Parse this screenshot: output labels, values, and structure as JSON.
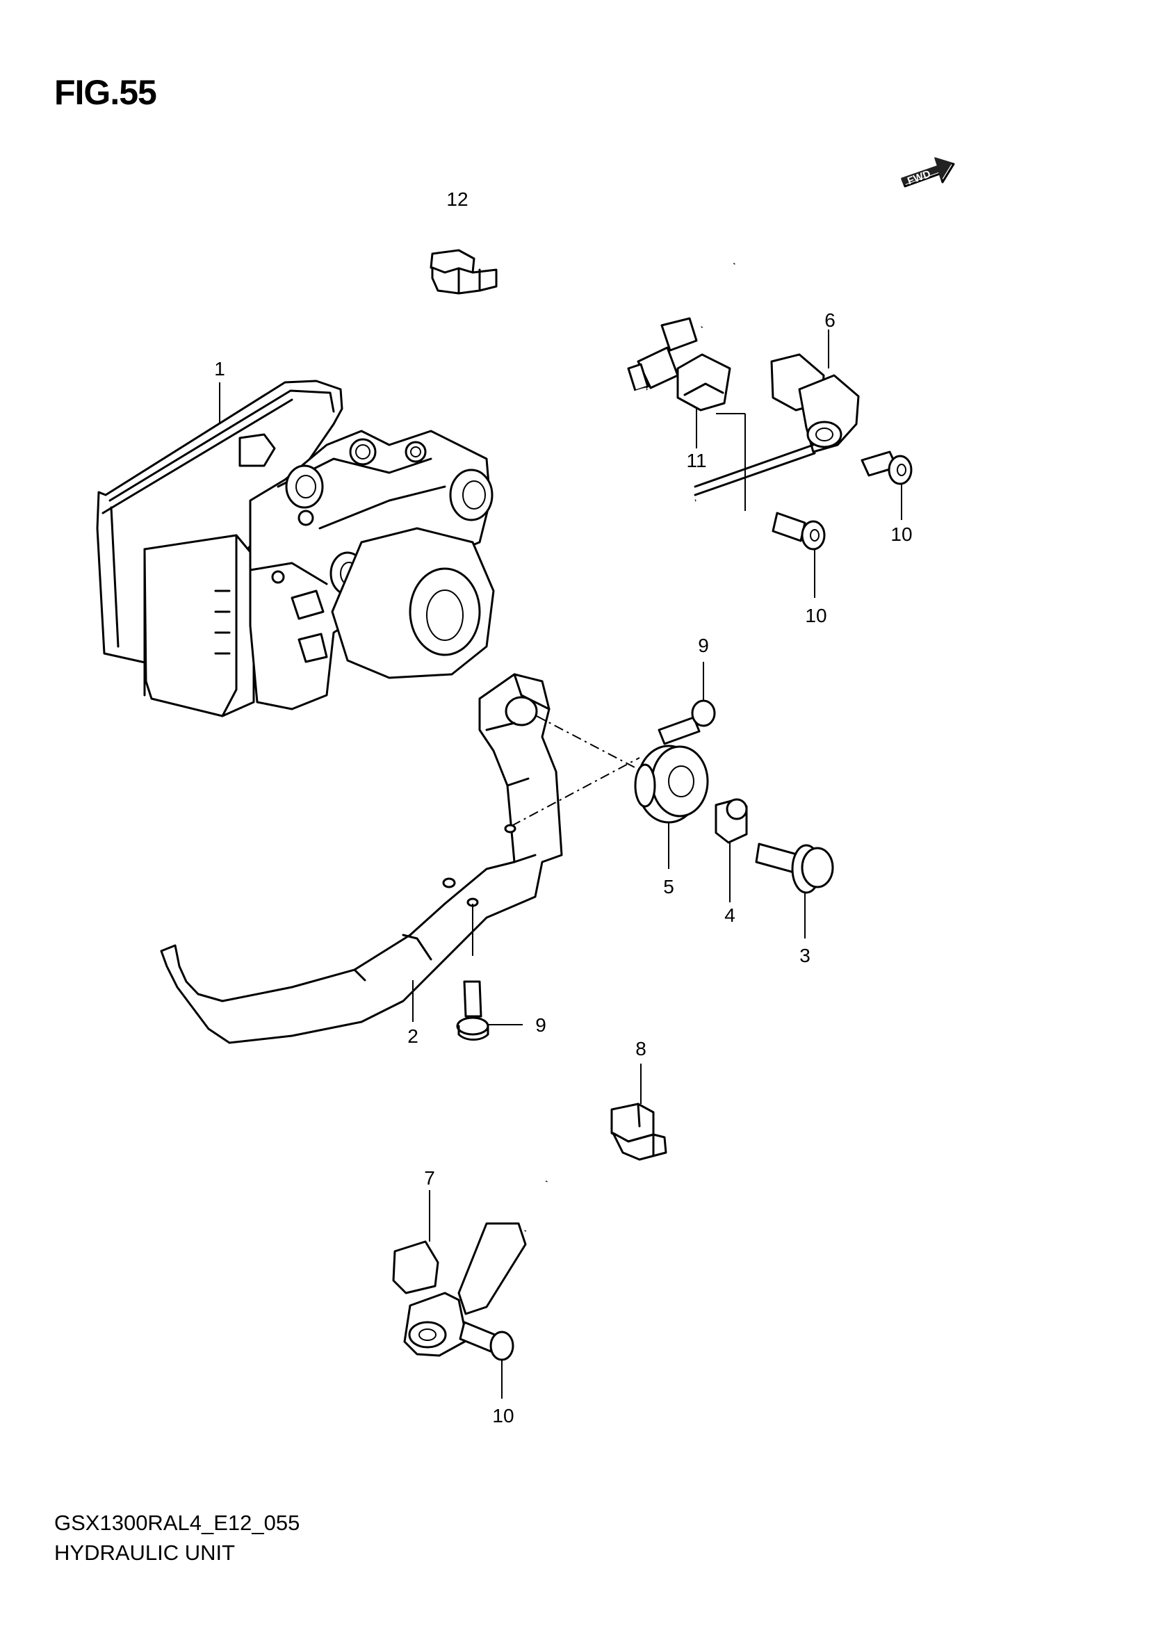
{
  "figure": {
    "title": "FIG.55"
  },
  "fwd_badge": {
    "label": "FWD"
  },
  "footer": {
    "model_code": "GSX1300RAL4_E12_055",
    "section_name": "HYDRAULIC UNIT"
  },
  "callouts": [
    {
      "id": "c1",
      "label": "1"
    },
    {
      "id": "c2",
      "label": "2"
    },
    {
      "id": "c3",
      "label": "3"
    },
    {
      "id": "c4",
      "label": "4"
    },
    {
      "id": "c5",
      "label": "5"
    },
    {
      "id": "c6",
      "label": "6"
    },
    {
      "id": "c7",
      "label": "7"
    },
    {
      "id": "c8",
      "label": "8"
    },
    {
      "id": "c9a",
      "label": "9"
    },
    {
      "id": "c9b",
      "label": "9"
    },
    {
      "id": "c10a",
      "label": "10"
    },
    {
      "id": "c10b",
      "label": "10"
    },
    {
      "id": "c10c",
      "label": "10"
    },
    {
      "id": "c11",
      "label": "11"
    },
    {
      "id": "c12",
      "label": "12"
    }
  ]
}
